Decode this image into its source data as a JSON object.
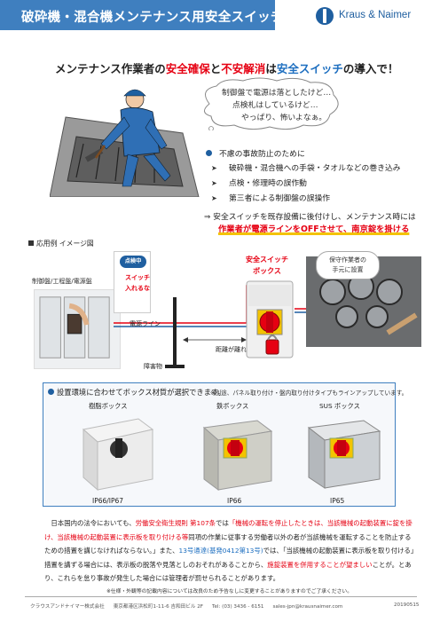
{
  "header": {
    "title": "破砕機・混合機メンテナンス用安全スイッチ",
    "logo_text": "Kraus & Naimer"
  },
  "headline": {
    "p1": "メンテナンス作業者の",
    "p2": "安全確保",
    "p3": "と",
    "p4": "不安解消",
    "p5": "は",
    "p6": "安全スイッチ",
    "p7": "の導入で！"
  },
  "thought": {
    "line1": "制御盤で電源は落としたけど…",
    "line2": "点検札はしているけど…",
    "line3": "やっぱり、怖いよなぁ。"
  },
  "bullets": {
    "main": "不慮の事故防止のために",
    "items": [
      "破砕機・混合機への手袋・タオルなどの巻き込み",
      "点検・修理時の誤作動",
      "第三者による制御盤の誤操作"
    ],
    "arrow_items_glyph": "➤",
    "implication": "⇒ 安全スイッチを既存設備に後付けし、メンテナンス時には",
    "emphasis": "作業者が電源ラインをOFFさせて、南京錠を掛ける"
  },
  "diagram": {
    "section_label": "応用例 イメージ図",
    "panel_label": "制御盤/工程盤/電源盤",
    "tag_bubble": "点検中",
    "tag_text1": "スイッチ",
    "tag_text2": "入れるな",
    "power_line": "電源ライン",
    "obstacle": "障害物",
    "distance": "距離が離れている",
    "switch_title1": "安全スイッチ",
    "switch_title2": "ボックス",
    "worker_near1": "保守作業者の",
    "worker_near2": "手元に設置"
  },
  "enclosures": {
    "intro": "設置環境に合わせてボックス材質が選択できます。",
    "note": "※別途、パネル取り付け・盤内取り付けタイプもラインアップしています。",
    "items": [
      {
        "name": "樹脂ボックス",
        "rating": "IP66/IP67"
      },
      {
        "name": "鉄ボックス",
        "rating": "IP66"
      },
      {
        "name": "SUS ボックス",
        "rating": "IP65"
      }
    ]
  },
  "body": {
    "t1": "日本国内の法令においても、",
    "t2": "労働安全衛生規則 第107条",
    "t3": "では",
    "t4": "「機械の運転を停止したときは、当該機械の起動装置に錠を掛け、当該機械の起動装置に表示板を取り付ける等",
    "t5": "同項の作業に従事する労働者以外の者が当該機械を運転することを防止するための措置を講じなければならない。」また、",
    "t6": "13号通達(基発0412第13号)",
    "t7": "では、「当該機械の起動装置に表示板を取り付ける」措置を講ずる場合には、表示板の脱落や見落としのおそれがあることから、",
    "t8": "施錠装置を併用することが望ましい",
    "t9": "ことが。とあり、これらを怠り事故が発生した場合には管理者が罰せられることがあります。"
  },
  "note": "※仕様・外観等の記載内容については改良のため予告なしに変更することがありますのでご了承ください。",
  "footer": {
    "company": "クラウスアンドナイマー株式会社",
    "address": "東京都港区浜松町1-11-6 吉和田ビル 2F",
    "tel": "Tel: (03) 3436 - 6151",
    "email": "sales-jpn@krausnaimer.com",
    "date": "20190515"
  },
  "colors": {
    "brand_blue": "#3f7fbf",
    "accent_red": "#e60012",
    "highlight_yellow": "#f3c300"
  }
}
